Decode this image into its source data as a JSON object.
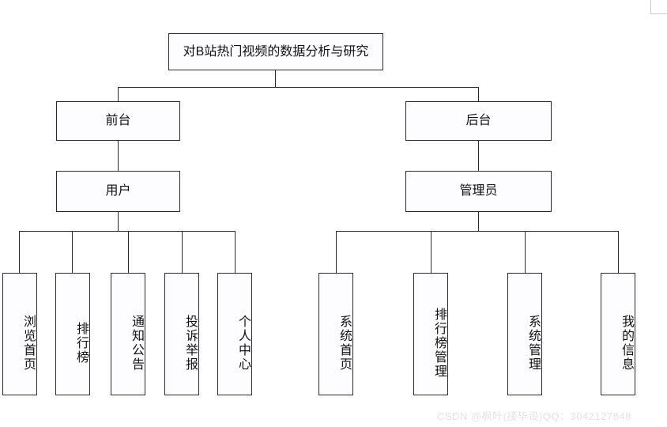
{
  "diagram": {
    "type": "org-chart",
    "title_node": {
      "label": "对B站热门视频的数据分析与研究"
    },
    "branches": [
      {
        "side_label": "前台",
        "actor_label": "用户",
        "leaves": [
          {
            "label": "浏览首页"
          },
          {
            "label": "排行榜"
          },
          {
            "label": "通知公告"
          },
          {
            "label": "投诉举报"
          },
          {
            "label": "个人中心"
          }
        ]
      },
      {
        "side_label": "后台",
        "actor_label": "管理员",
        "leaves": [
          {
            "label": "系统首页"
          },
          {
            "label": "排行榜管理"
          },
          {
            "label": "系统管理"
          },
          {
            "label": "我的信息"
          }
        ]
      }
    ]
  },
  "watermark": {
    "text": "CSDN @枫叶(接毕设)QQ：3042127848"
  },
  "colors": {
    "box_border": "#2b2b2b",
    "box_fill": "#fdfdff",
    "connector": "#2b2b2b",
    "watermark": "#e3e3e3",
    "cropmark": "#c9c9c9",
    "background": "#ffffff"
  }
}
